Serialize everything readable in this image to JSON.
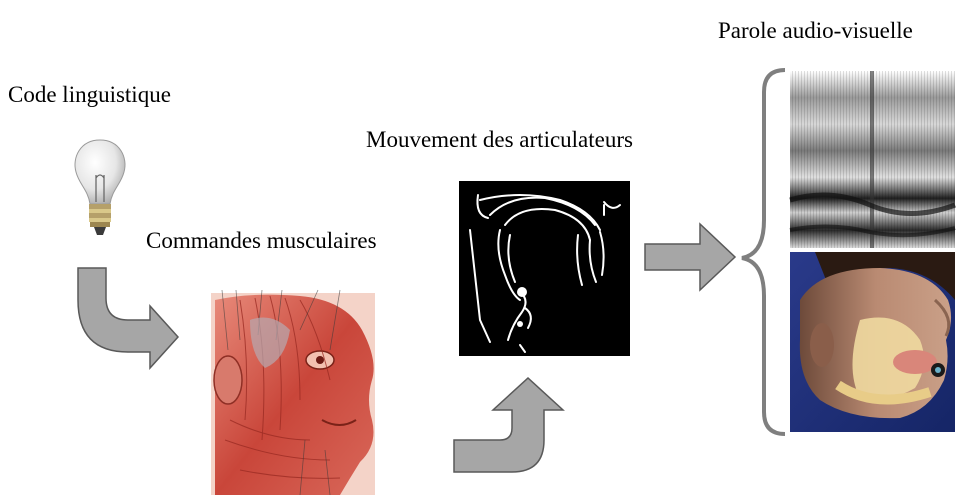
{
  "labels": {
    "code": "Code linguistique",
    "muscles": "Commandes musculaires",
    "articulators": "Mouvement des articulateurs",
    "av_speech": "Parole audio-visuelle"
  },
  "icons": {
    "bulb": "lightbulb-icon",
    "arrows": "process-arrow-icon",
    "brace": "curly-brace-icon"
  },
  "colors": {
    "arrow_fill": "#a6a6a6",
    "arrow_stroke": "#595959",
    "brace": "#7f7f7f"
  }
}
